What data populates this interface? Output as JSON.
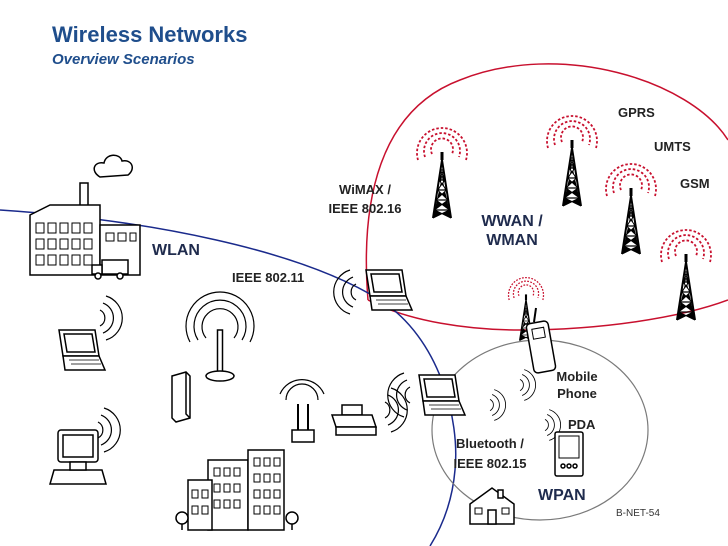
{
  "header": {
    "title": "Wireless Networks",
    "subtitle": "Overview Scenarios"
  },
  "labels": {
    "wlan": "WLAN",
    "ieee_80211": "IEEE 802.11",
    "wimax_line1": "WiMAX /",
    "wimax_line2": "IEEE 802.16",
    "wwan_line1": "WWAN /",
    "wwan_line2": "WMAN",
    "gprs": "GPRS",
    "umts": "UMTS",
    "gsm": "GSM",
    "mobile_line1": "Mobile",
    "mobile_line2": "Phone",
    "pda": "PDA",
    "bluetooth_line1": "Bluetooth /",
    "bluetooth_line2": "IEEE 802.15",
    "wpan": "WPAN"
  },
  "footer": {
    "code": "B-NET-54"
  },
  "colors": {
    "title": "#1f4e8c",
    "wwan_boundary": "#c8102e",
    "wlan_boundary": "#1a2a8c",
    "wpan_boundary": "#7a7a7a",
    "signal": "#c8102e",
    "icon_stroke": "#000000"
  },
  "icons": [
    "factory-icon",
    "laptop-icon",
    "desktop-icon",
    "access-point-icon",
    "tower-icon",
    "mobile-phone-icon",
    "pda-icon",
    "printer-icon",
    "city-buildings-icon",
    "house-icon",
    "truck-icon"
  ]
}
